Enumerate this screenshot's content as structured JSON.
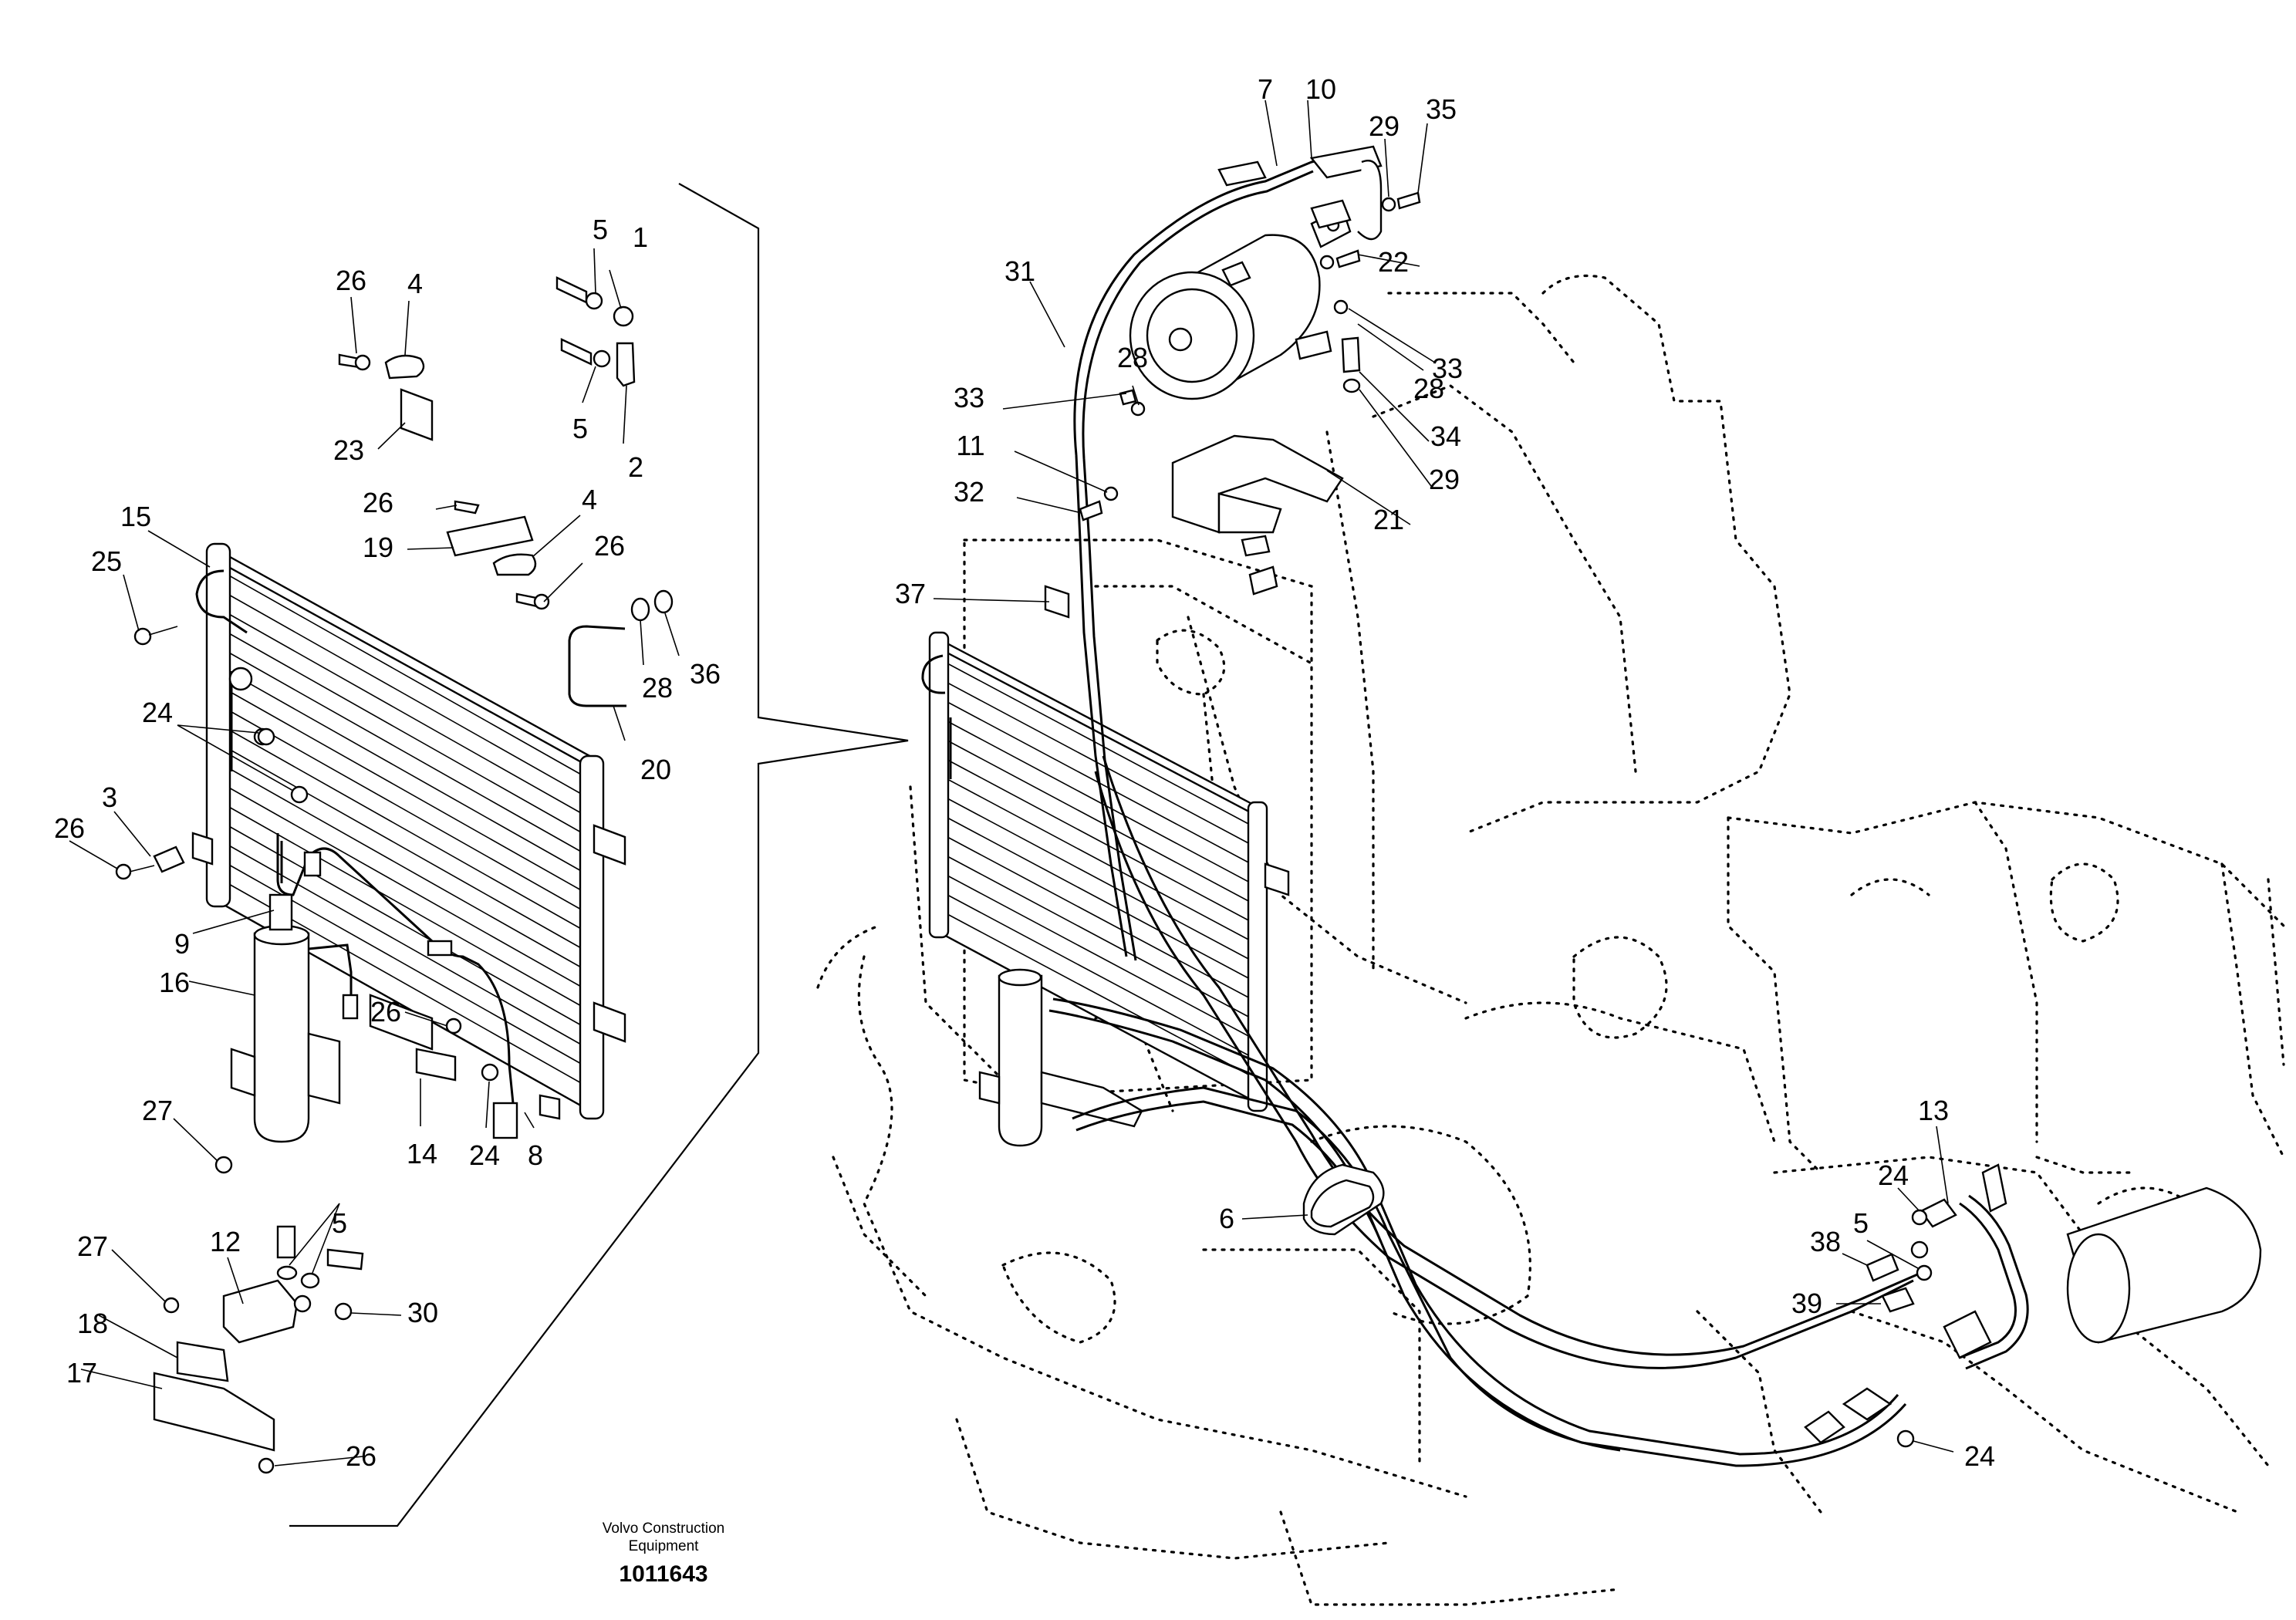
{
  "diagram": {
    "callouts": [
      "1",
      "2",
      "3",
      "4",
      "5",
      "6",
      "7",
      "8",
      "9",
      "10",
      "11",
      "12",
      "13",
      "14",
      "15",
      "16",
      "17",
      "18",
      "19",
      "20",
      "21",
      "22",
      "23",
      "24",
      "25",
      "26",
      "27",
      "28",
      "29",
      "30",
      "31",
      "32",
      "33",
      "34",
      "35",
      "36",
      "37",
      "38",
      "39"
    ]
  },
  "footer": {
    "line1": "Volvo Construction",
    "line2": "Equipment",
    "drawing_number": "1011643"
  }
}
